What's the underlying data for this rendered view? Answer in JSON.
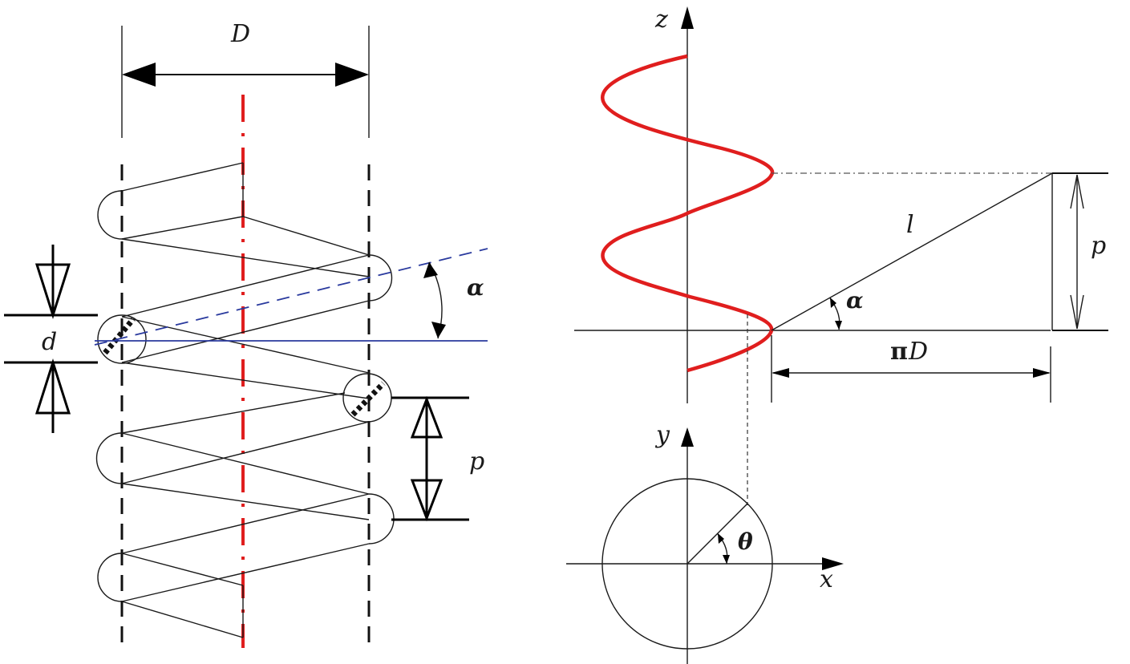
{
  "spring_view": {
    "labels": {
      "mean_diameter": "D",
      "wire_diameter": "d",
      "pitch": "p",
      "helix_angle": "α"
    }
  },
  "helix_view": {
    "labels": {
      "z_axis": "z",
      "y_axis": "y",
      "x_axis": "x",
      "length": "l",
      "pitch": "p",
      "angle": "α",
      "angle_theta": "θ",
      "pi_symbol": "π",
      "pi_d": "D"
    }
  },
  "colors": {
    "axis_red": "#e01e1e",
    "helix_red": "#e01e1e",
    "construction_blue": "#2a3a9e",
    "line": "#111111"
  }
}
